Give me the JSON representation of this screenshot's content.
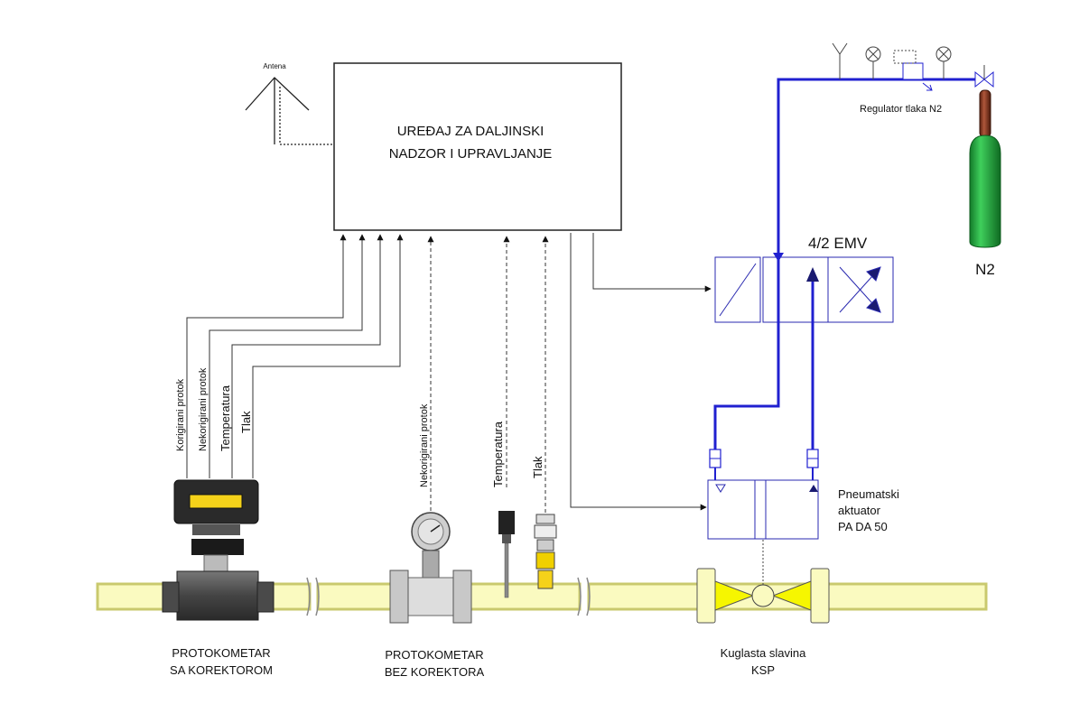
{
  "controller": {
    "line1": "UREĐAJ ZA DALJINSKI",
    "line2": "NADZOR I UPRAVLJANJE"
  },
  "antenna_label": "Antena",
  "valve_label": "4/2 EMV",
  "regulator_label": "Regulator tlaka N2",
  "cylinder_label": "N2",
  "actuator": {
    "line1": "Pneumatski",
    "line2": "aktuator",
    "line3": "PA DA 50"
  },
  "signals_left": [
    "Korigirani protok",
    "Nekorigirani protok",
    "Temperatura",
    "Tlak"
  ],
  "signal_uncorrected": "Nekorigirani protok",
  "sensor_temperature": "Temperatura",
  "sensor_pressure": "Tlak",
  "device1": {
    "line1": "PROTOKOMETAR",
    "line2": "SA KOREKTOROM"
  },
  "device2": {
    "line1": "PROTOKOMETAR",
    "line2": "BEZ KOREKTORA"
  },
  "ball_valve": {
    "line1": "Kuglasta slavina",
    "line2": "KSP"
  },
  "colors": {
    "pipe_fill": "#fafac0",
    "pipe_edge": "#c9c96e",
    "pneumatic_line": "#2020d0",
    "valve_outline": "#2a2ab0",
    "cylinder_body": "#1fa23a",
    "cylinder_neck": "#8b3a22",
    "display": "#f5d21a",
    "meter_body": "#555555"
  }
}
